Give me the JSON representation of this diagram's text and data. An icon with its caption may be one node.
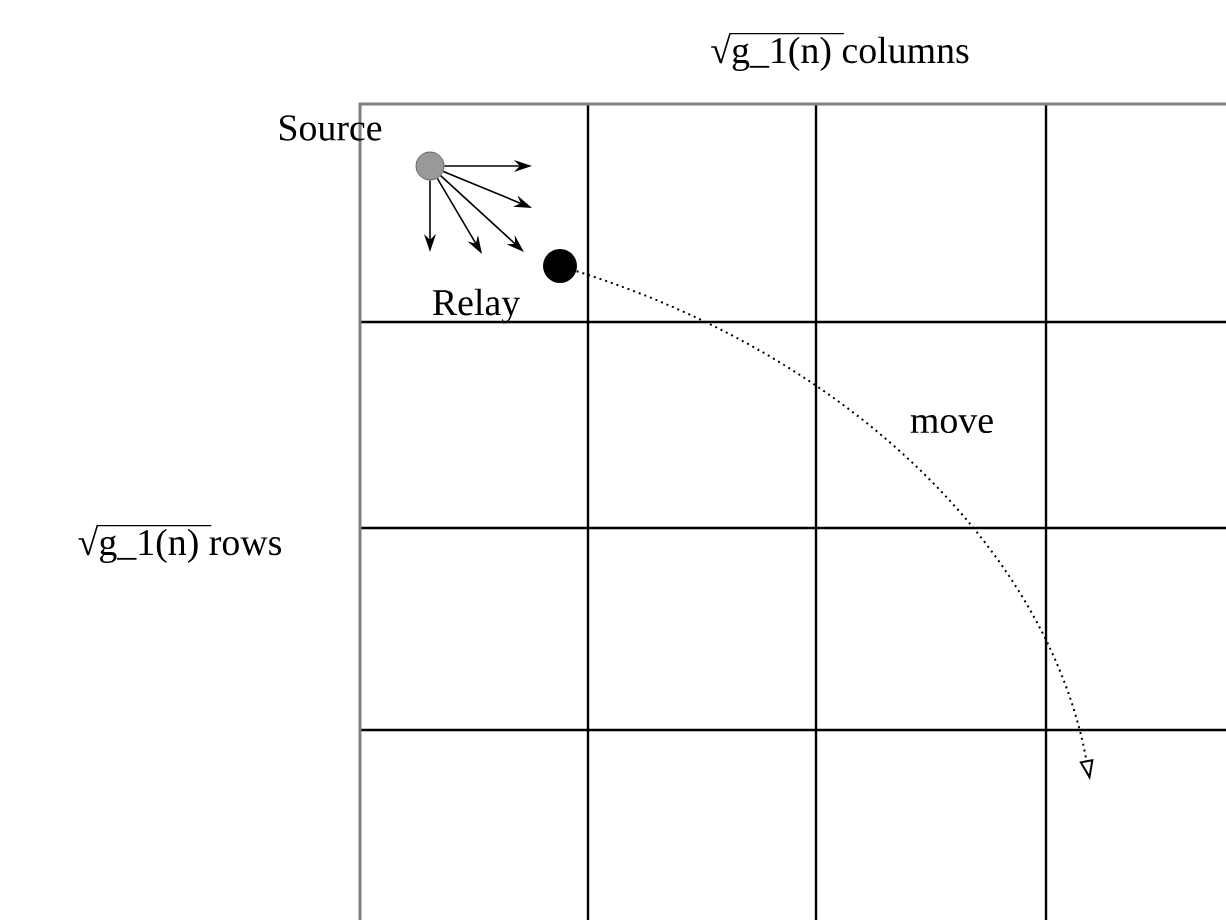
{
  "diagram": {
    "nodes": [
      {
        "text": [],
        "shape": "circle",
        "beside": [
          "Source"
        ]
      },
      {
        "text": [],
        "shape": "circle",
        "beside": [
          "Relay"
        ]
      }
    ],
    "edges": [
      {
        "from": 0,
        "to": null,
        "arrow": "to"
      },
      {
        "from": 0,
        "to": null,
        "arrow": "to"
      },
      {
        "from": 0,
        "to": null,
        "arrow": "to"
      },
      {
        "from": 0,
        "to": null,
        "arrow": "to"
      },
      {
        "from": 0,
        "to": null,
        "arrow": "to"
      },
      {
        "from": 1,
        "to": null,
        "arrow": "to",
        "label": "move",
        "style": "dashed"
      }
    ],
    "labels": [
      "√g_1(n) columns",
      "√g_1(n) rows"
    ]
  }
}
